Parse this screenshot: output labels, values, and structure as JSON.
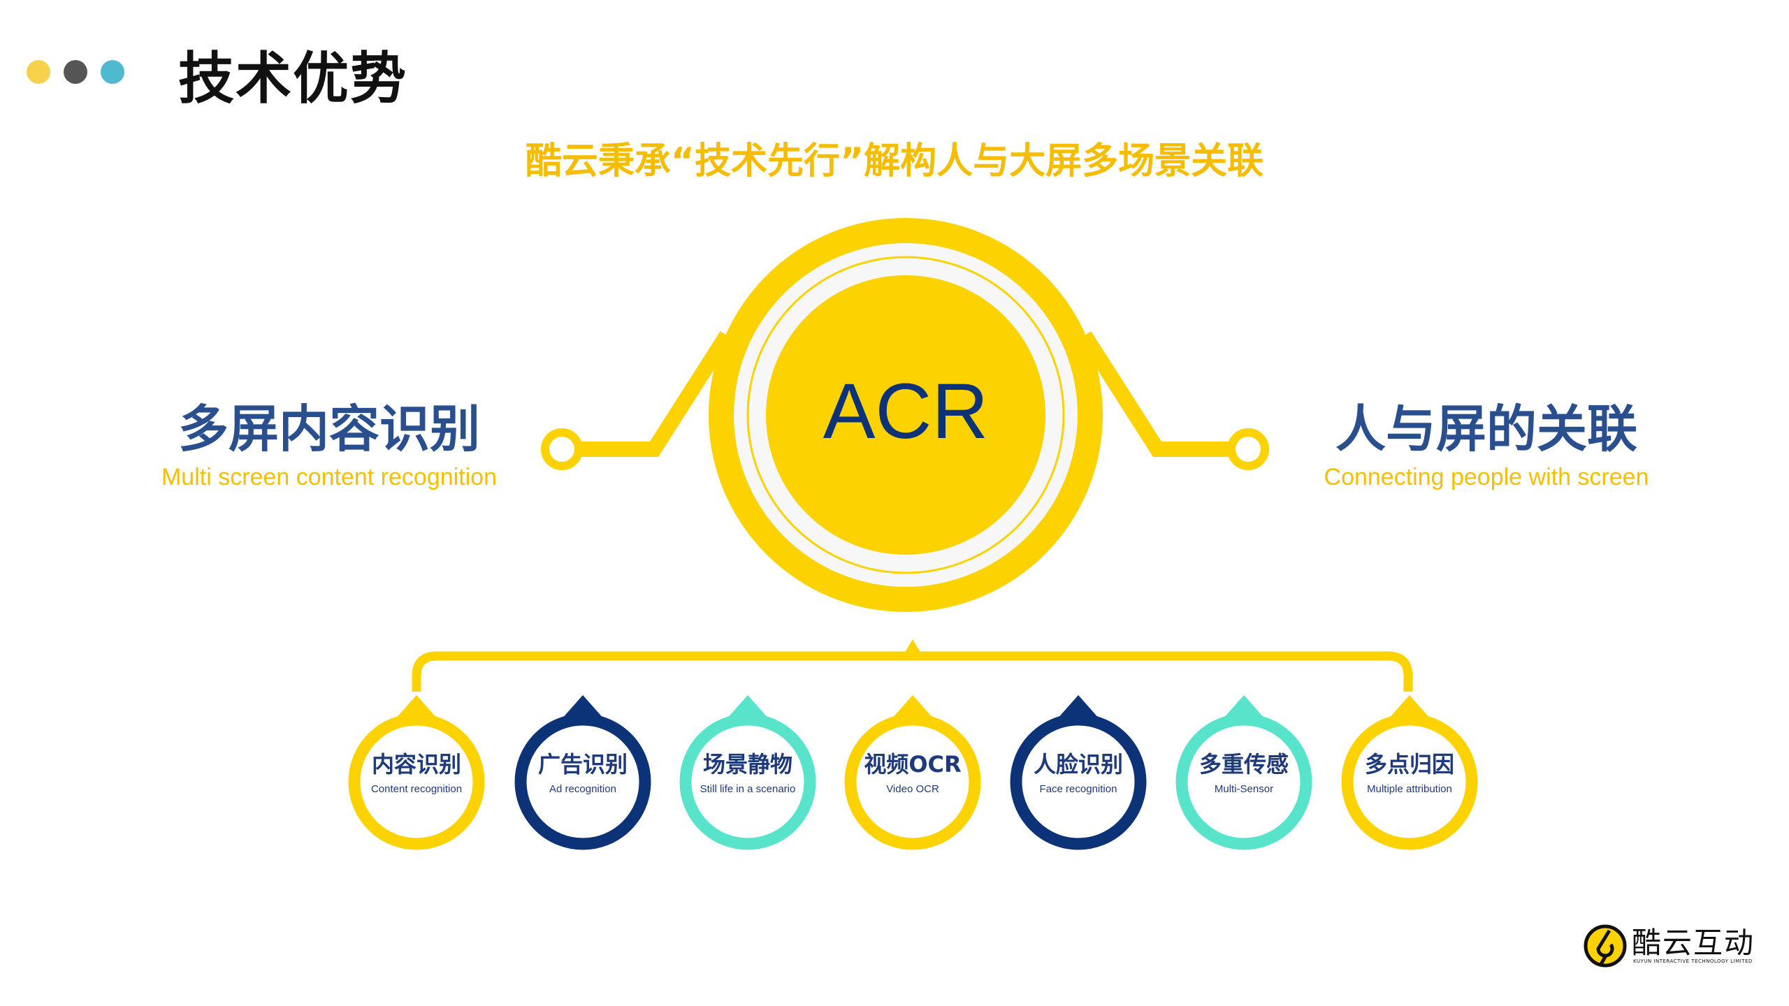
{
  "header": {
    "title": "技术优势",
    "dot_colors": [
      "#F7D14A",
      "#555555",
      "#4FB9CF"
    ]
  },
  "subtitle": "酷云秉承“技术先行”解构人与大屏多场景关联",
  "center": {
    "label": "ACR"
  },
  "left": {
    "title": "多屏内容识别",
    "subtitle": "Multi screen content recognition"
  },
  "right": {
    "title": "人与屏的关联",
    "subtitle": "Connecting people with screen"
  },
  "colors": {
    "yellow": "#FCD200",
    "navy": "#0C3278",
    "teal": "#58E3CB",
    "ring": "#F7F7F7"
  },
  "nodes": [
    {
      "cn": "内容识别",
      "en": "Content recognition",
      "color": "yellow"
    },
    {
      "cn": "广告识别",
      "en": "Ad recognition",
      "color": "navy"
    },
    {
      "cn": "场景静物",
      "en": "Still life in a scenario",
      "color": "teal"
    },
    {
      "cn": "视频OCR",
      "en": "Video OCR",
      "color": "yellow"
    },
    {
      "cn": "人脸识别",
      "en": "Face recognition",
      "color": "navy"
    },
    {
      "cn": "多重传感",
      "en": "Multi-Sensor",
      "color": "teal"
    },
    {
      "cn": "多点归因",
      "en": "Multiple attribution",
      "color": "yellow"
    }
  ],
  "logo": {
    "name": "酷云互动",
    "tagline": "KUYUN INTERACTIVE TECHNOLOGY LIMITED"
  }
}
